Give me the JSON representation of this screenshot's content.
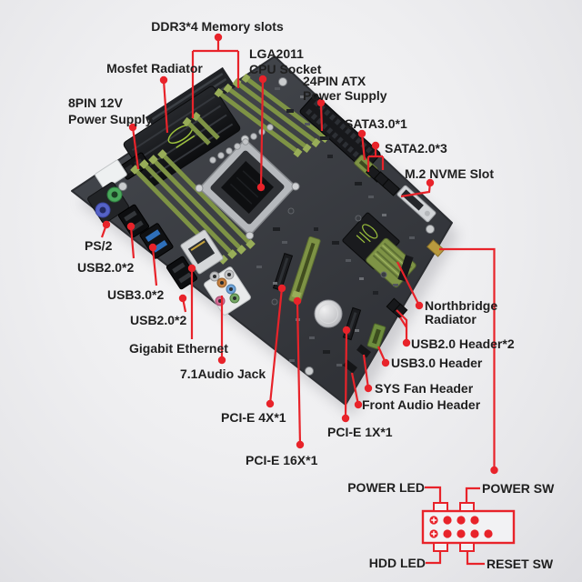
{
  "annotations": {
    "memory": "DDR3*4 Memory slots",
    "mosfet": "Mosfet Radiator",
    "cpu_line1": "LGA2011",
    "cpu_line2": "CPU Socket",
    "atx_line1": "24PIN ATX",
    "atx_line2": "Power Supply",
    "sata3": "SATA3.0*1",
    "sata2": "SATA2.0*3",
    "m2": "M.2 NVME Slot",
    "eps_line1": "8PIN 12V",
    "eps_line2": "Power Supply",
    "ps2": "PS/2",
    "usb2_rear_a": "USB2.0*2",
    "usb3_rear": "USB3.0*2",
    "usb2_rear_b": "USB2.0*2",
    "lan": "Gigabit Ethernet",
    "audio": "7.1Audio Jack",
    "pcie4": "PCI-E 4X*1",
    "pcie16": "PCI-E 16X*1",
    "pcie1": "PCI-E 1X*1",
    "northbridge_line1": "Northbridge",
    "northbridge_line2": "Radiator",
    "usb2_header": "USB2.0 Header*2",
    "usb3_header": "USB3.0 Header",
    "sys_fan": "SYS Fan Header",
    "front_audio": "Front Audio Header"
  },
  "front_panel_diagram": {
    "power_led": "POWER LED",
    "power_sw": "POWER SW",
    "hdd_led": "HDD LED",
    "reset_sw": "RESET SW"
  },
  "colors": {
    "annotation_red": "#e8232a",
    "label_text": "#1f1f1f",
    "pcb": "#3b3e44",
    "slot_green": "#7e9345",
    "logo_green": "#9dc23c",
    "background": "#ededef"
  }
}
